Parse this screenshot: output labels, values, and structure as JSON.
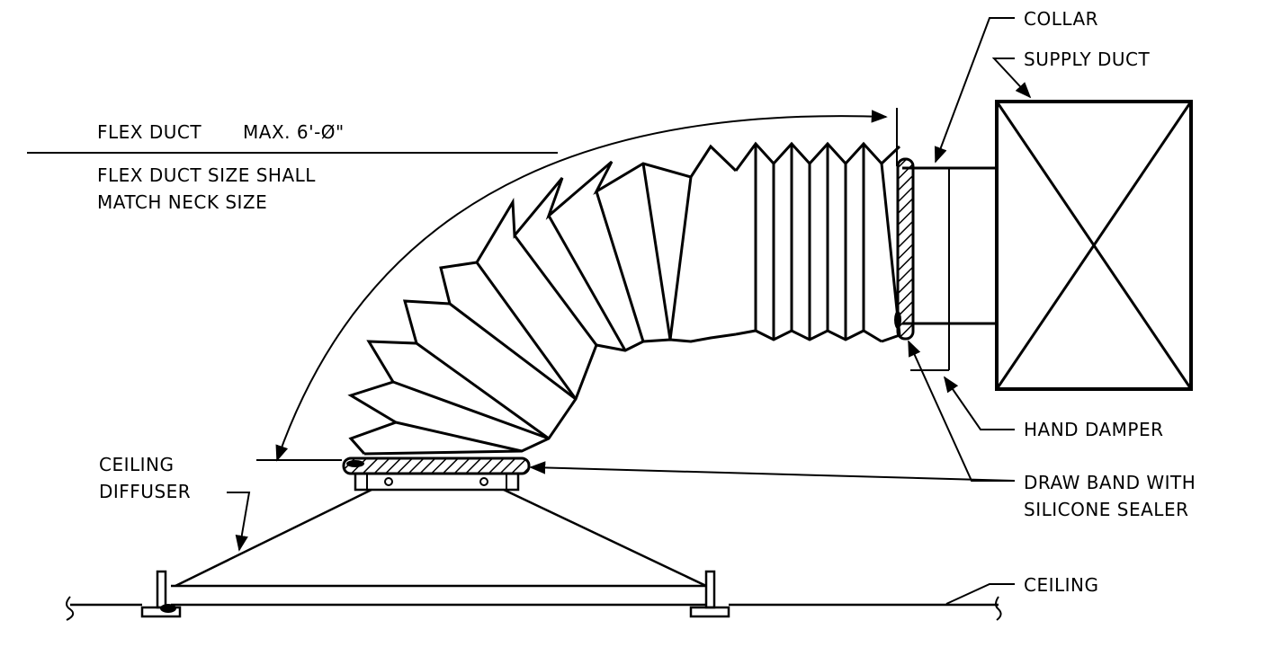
{
  "labels": {
    "collar": "COLLAR",
    "supply_duct": "SUPPLY DUCT",
    "flex_duct_a": "FLEX DUCT",
    "flex_duct_b": "MAX. 6'-Ø\"",
    "flex_note_1": "FLEX DUCT SIZE SHALL",
    "flex_note_2": "MATCH NECK SIZE",
    "hand_damper": "HAND DAMPER",
    "draw_band_1": "DRAW BAND WITH",
    "draw_band_2": "SILICONE SEALER",
    "ceiling_diffuser_1": "CEILING",
    "ceiling_diffuser_2": "DIFFUSER",
    "ceiling": "CEILING"
  },
  "colors": {
    "ink": "#000000",
    "paper": "#ffffff"
  }
}
